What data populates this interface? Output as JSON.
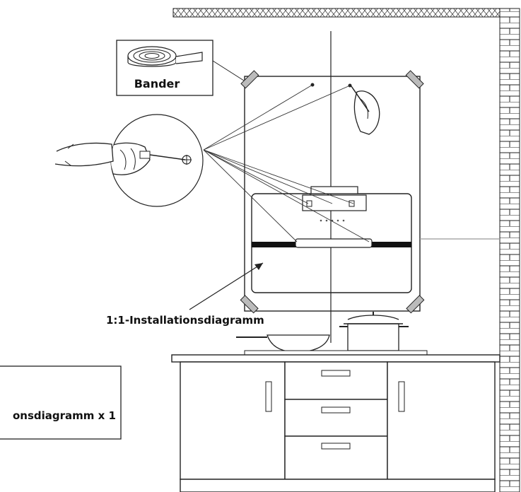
{
  "labels": {
    "tape": "Bander",
    "template": "1:1-Installationsdiagramm",
    "box": "onsdiagramm x 1"
  },
  "icons": [
    "tape-roll-icon",
    "screwdriver-hand-icon",
    "pen-hand-icon",
    "cooking-pot-icon",
    "frying-pan-icon"
  ],
  "colors": {
    "line": "#222222",
    "tape": "#999999",
    "background": "#ffffff"
  }
}
